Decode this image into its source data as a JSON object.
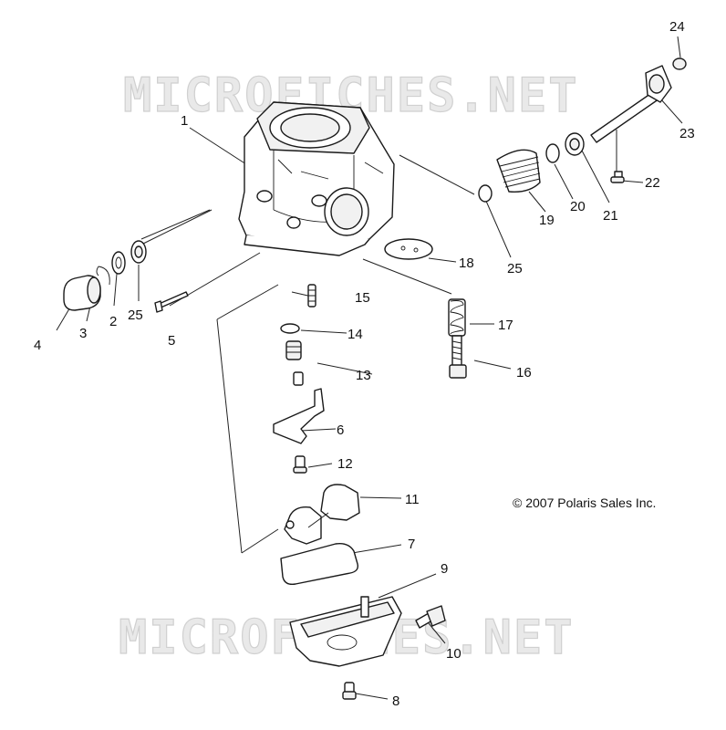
{
  "watermark": {
    "top": "MICROFICHES.NET",
    "bottom": "MICROFICHES.NET"
  },
  "copyright": "© 2007 Polaris Sales Inc.",
  "callouts": [
    {
      "id": "1",
      "text": "1"
    },
    {
      "id": "2",
      "text": "2"
    },
    {
      "id": "3",
      "text": "3"
    },
    {
      "id": "4",
      "text": "4"
    },
    {
      "id": "5",
      "text": "5"
    },
    {
      "id": "6",
      "text": "6"
    },
    {
      "id": "7",
      "text": "7"
    },
    {
      "id": "8",
      "text": "8"
    },
    {
      "id": "9",
      "text": "9"
    },
    {
      "id": "10",
      "text": "10"
    },
    {
      "id": "11",
      "text": "11"
    },
    {
      "id": "12",
      "text": "12"
    },
    {
      "id": "13",
      "text": "13"
    },
    {
      "id": "14",
      "text": "14"
    },
    {
      "id": "15",
      "text": "15"
    },
    {
      "id": "16",
      "text": "16"
    },
    {
      "id": "17",
      "text": "17"
    },
    {
      "id": "18",
      "text": "18"
    },
    {
      "id": "19",
      "text": "19"
    },
    {
      "id": "20",
      "text": "20"
    },
    {
      "id": "21",
      "text": "21"
    },
    {
      "id": "22",
      "text": "22"
    },
    {
      "id": "23",
      "text": "23"
    },
    {
      "id": "24",
      "text": "24"
    },
    {
      "id": "25a",
      "text": "25"
    },
    {
      "id": "25b",
      "text": "25"
    }
  ]
}
